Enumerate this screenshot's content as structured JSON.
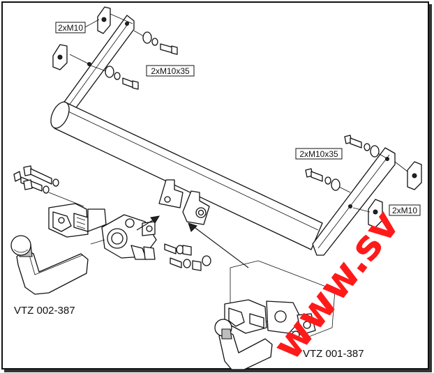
{
  "labels": {
    "nut_top": "2xM10",
    "bolt_top": "2xM10x35",
    "bolt_right": "2xM10x35",
    "nut_right": "2xM10"
  },
  "models": {
    "left": "VTZ 002-387",
    "right": "VTZ 001-387"
  },
  "watermark": {
    "text": "www.sv",
    "color": "#ff1a1a"
  }
}
